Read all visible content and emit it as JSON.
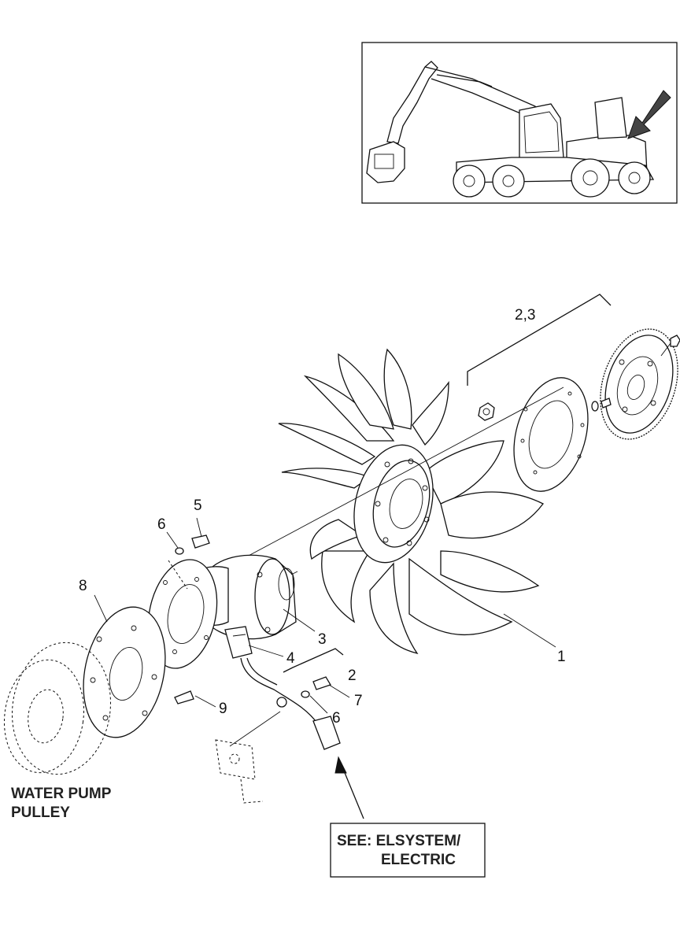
{
  "callouts": {
    "c_2_3": "2,3",
    "c_1": "1",
    "c_2": "2",
    "c_3": "3",
    "c_4": "4",
    "c_5": "5",
    "c_6_top": "6",
    "c_6_bottom": "6",
    "c_7": "7",
    "c_8": "8",
    "c_9": "9"
  },
  "labels": {
    "water_pump_line1": "WATER PUMP",
    "water_pump_line2": "PULLEY",
    "see_line1": "SEE: ELSYSTEM/",
    "see_line2": "ELECTRIC"
  },
  "inset": {
    "arrow_icon": "locator-arrow-icon"
  }
}
